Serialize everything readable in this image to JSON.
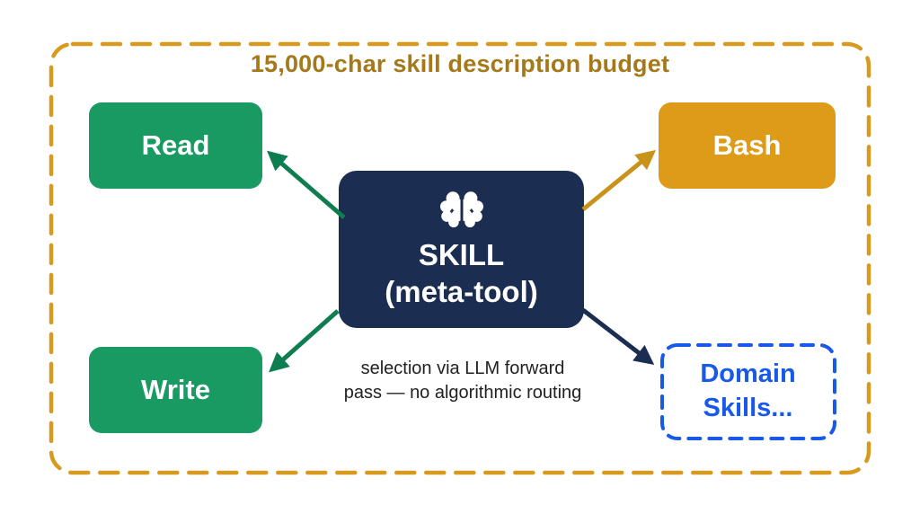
{
  "title": "15,000-char skill description budget",
  "center": {
    "icon": "brain",
    "line1": "SKILL",
    "line2": "(meta-tool)",
    "caption_line1": "selection via LLM forward",
    "caption_line2": "pass — no algorithmic routing"
  },
  "nodes": {
    "read": {
      "label": "Read"
    },
    "write": {
      "label": "Write"
    },
    "bash": {
      "label": "Bash"
    },
    "domain": {
      "line1": "Domain",
      "line2": "Skills..."
    }
  },
  "colors": {
    "green_box": "#189A62",
    "green_arrow": "#0E7D4F",
    "gold_box": "#DD9B18",
    "gold_arrow": "#C9921B",
    "frame_dash": "#D8991F",
    "title_text": "#A5781A",
    "navy_box": "#1B2E52",
    "navy_arrow": "#1B2E52",
    "blue_dash": "#1859E8",
    "caption_text": "#212121",
    "background": "#FFFFFF"
  }
}
